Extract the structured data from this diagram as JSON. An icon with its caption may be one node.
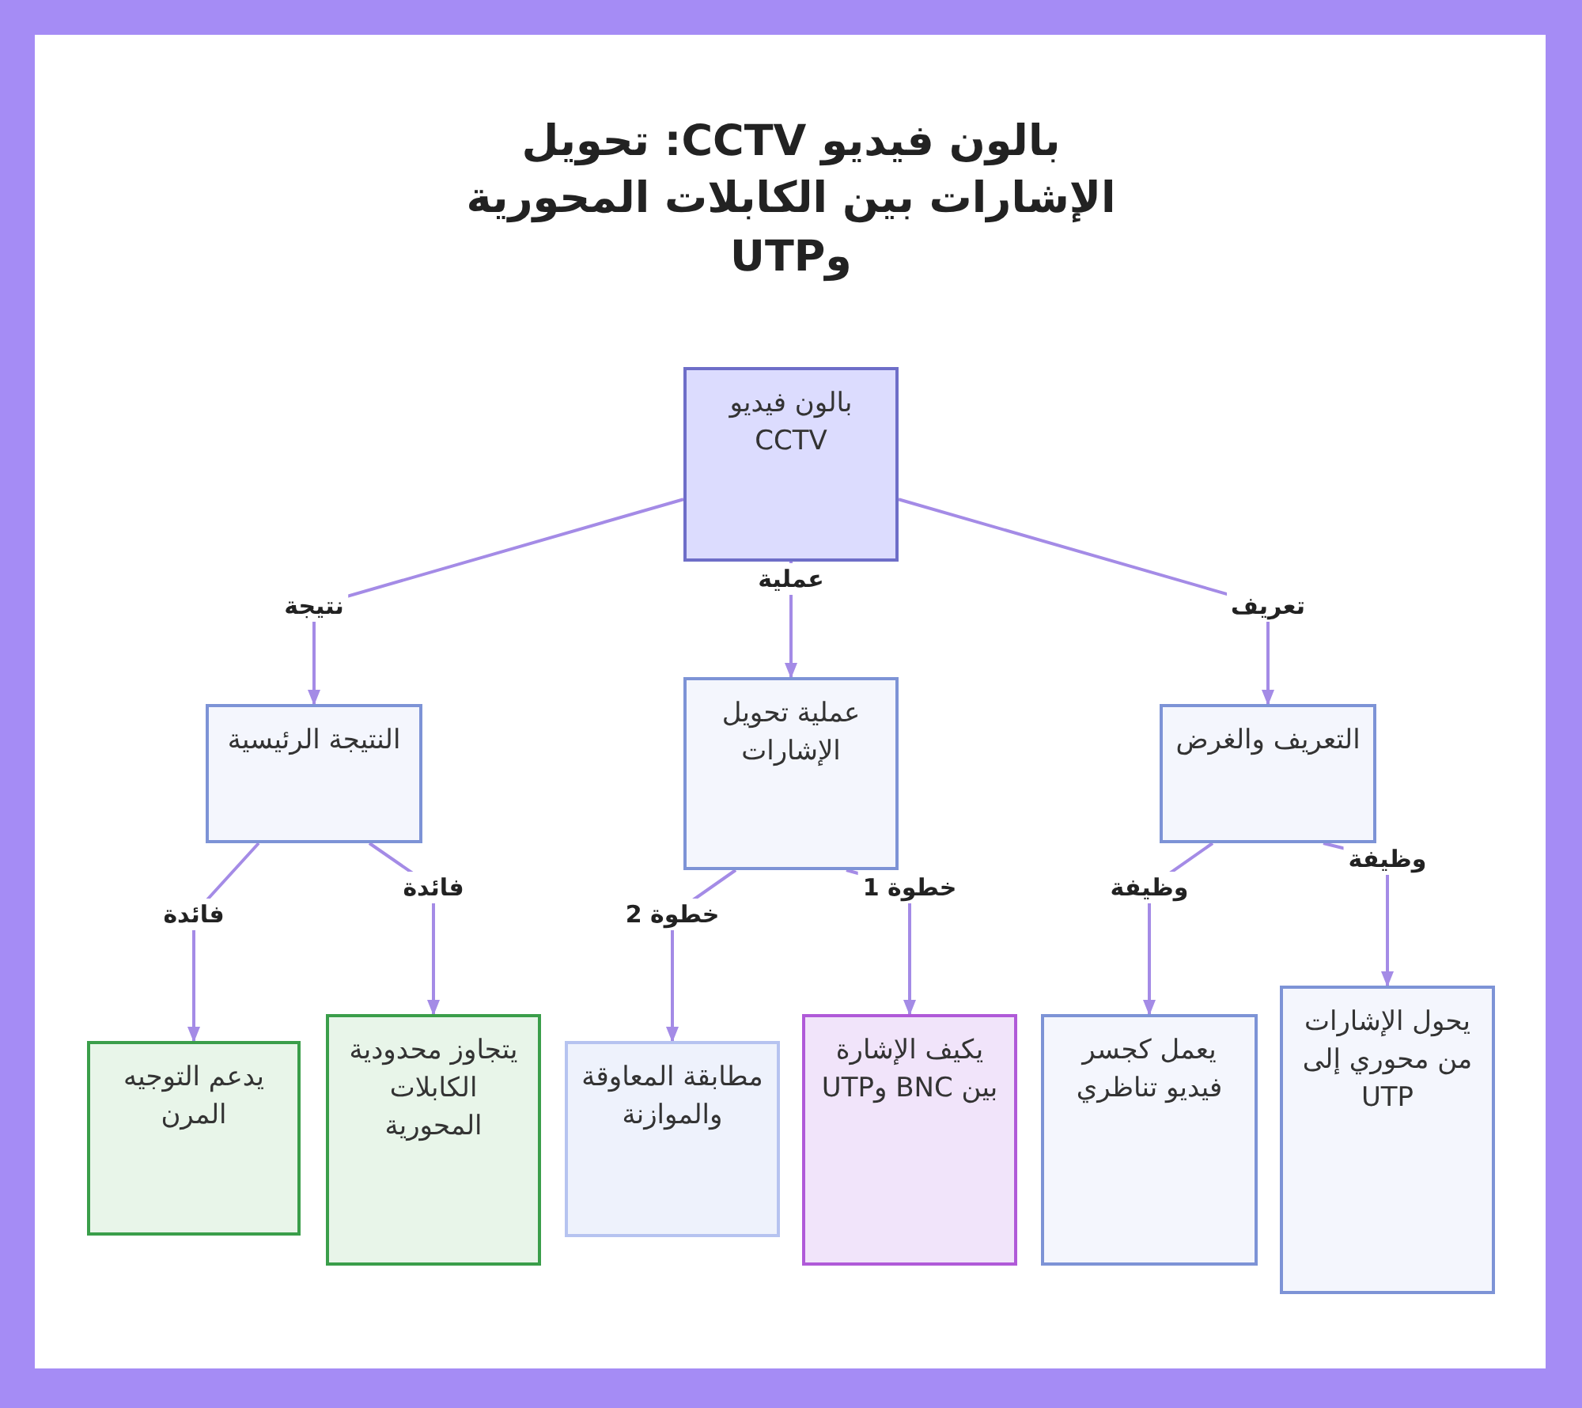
{
  "diagram": {
    "title": "بالون فيديو CCTV: تحويل الإشارات بين الكابلات المحورية وUTP",
    "nodes": [
      {
        "text": [
          "بالون فيديو CCTV"
        ]
      },
      {
        "text": [
          "النتيجة الرئيسية"
        ]
      },
      {
        "text": [
          "عملية تحويل الإشارات"
        ]
      },
      {
        "text": [
          "التعريف والغرض"
        ]
      },
      {
        "text": [
          "يدعم التوجيه المرن"
        ]
      },
      {
        "text": [
          "يتجاوز محدودية الكابلات المحورية"
        ]
      },
      {
        "text": [
          "مطابقة المعاوقة والموازنة"
        ]
      },
      {
        "text": [
          "يكيف الإشارة بين BNC وUTP"
        ]
      },
      {
        "text": [
          "يعمل كجسر فيديو تناظري"
        ]
      },
      {
        "text": [
          "يحول الإشارات من محوري إلى UTP"
        ]
      }
    ],
    "edges": [
      {
        "from": 0,
        "to": 1,
        "arrow": "to",
        "label": "نتيجة"
      },
      {
        "from": 0,
        "to": 2,
        "arrow": "to",
        "label": "عملية"
      },
      {
        "from": 0,
        "to": 3,
        "arrow": "to",
        "label": "تعريف"
      },
      {
        "from": 1,
        "to": 4,
        "arrow": "to",
        "label": "فائدة"
      },
      {
        "from": 1,
        "to": 5,
        "arrow": "to",
        "label": "فائدة"
      },
      {
        "from": 2,
        "to": 6,
        "arrow": "to",
        "label": "خطوة 2"
      },
      {
        "from": 2,
        "to": 7,
        "arrow": "to",
        "label": "خطوة 1"
      },
      {
        "from": 3,
        "to": 8,
        "arrow": "to",
        "label": "وظيفة"
      },
      {
        "from": 3,
        "to": 9,
        "arrow": "to",
        "label": "وظيفة"
      }
    ]
  }
}
